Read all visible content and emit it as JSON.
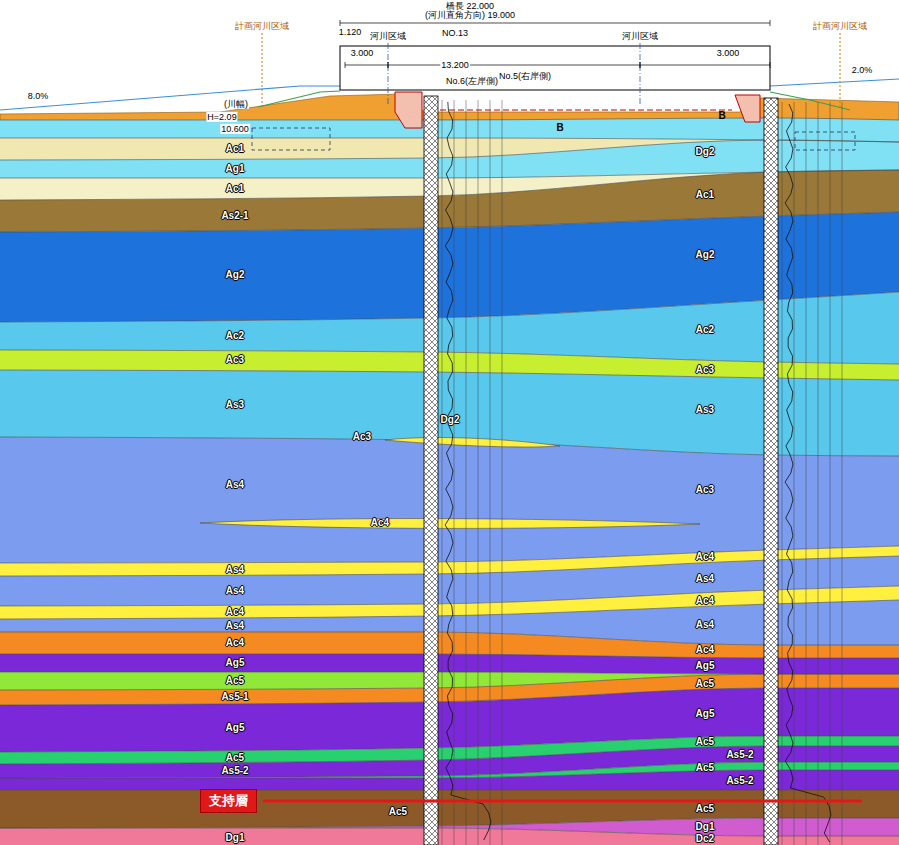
{
  "diagram": {
    "nodes": [
      {
        "text": [
          "支持層"
        ]
      }
    ],
    "labels": [
      "橋長 22.000",
      "(河川直角方向) 19.000",
      "計画河川区域",
      "1.120",
      "河川区域",
      "NO.13",
      "河川区域",
      "計画河川区域",
      "3.000",
      "3.000",
      "13.200",
      "8.0%",
      "2.0%",
      "No.6(左岸側)",
      "No.5(右岸側)",
      "(川幅)",
      "H=2.09",
      "B",
      "B",
      "10.600",
      "Ac1",
      "Ag1",
      "Ac1",
      "As2-1",
      "Ag2",
      "Ac2",
      "Ac3",
      "As3",
      "Ac3",
      "As4",
      "Ac4",
      "As4",
      "As4",
      "Ac4",
      "As4",
      "Ac4",
      "Ag5",
      "Ac5",
      "As5-1",
      "Ag5",
      "Ac5",
      "As5-2",
      "Ac5",
      "Dg1",
      "Dg2",
      "Ac1",
      "Ag2",
      "Ac2",
      "Ac3",
      "As3",
      "Ac3",
      "Ac4",
      "As4",
      "Ac4",
      "As4",
      "Ac4",
      "Ag5",
      "Ac5",
      "Ag5",
      "Ac5",
      "As5-2",
      "Ac5",
      "As5-2",
      "Ac5",
      "Dg1",
      "Dc2",
      "Dg2"
    ]
  }
}
